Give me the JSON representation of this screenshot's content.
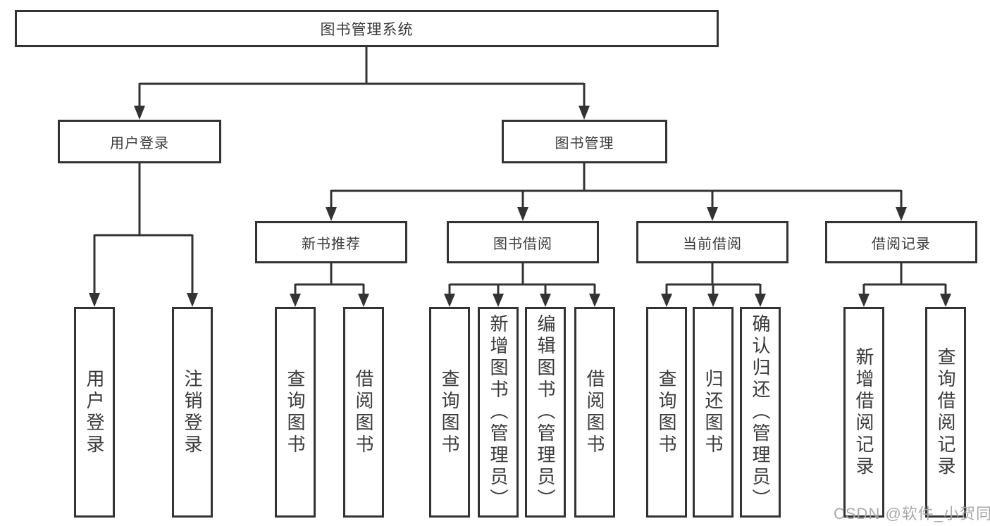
{
  "diagram": {
    "root": {
      "label": "图书管理系统"
    },
    "branches": [
      {
        "label": "用户登录",
        "children": [
          {
            "label": "用户登录"
          },
          {
            "label": "注销登录"
          }
        ]
      },
      {
        "label": "图书管理",
        "children": [
          {
            "label": "新书推荐",
            "children": [
              {
                "label": "查询图书"
              },
              {
                "label": "借阅图书"
              }
            ]
          },
          {
            "label": "图书借阅",
            "children": [
              {
                "label": "查询图书"
              },
              {
                "label": "新增图书（管理员）"
              },
              {
                "label": "编辑图书（管理员）"
              },
              {
                "label": "借阅图书"
              }
            ]
          },
          {
            "label": "当前借阅",
            "children": [
              {
                "label": "查询图书"
              },
              {
                "label": "归还图书"
              },
              {
                "label": "确认归还（管理员）"
              }
            ]
          },
          {
            "label": "借阅记录",
            "children": [
              {
                "label": "新增借阅记录"
              },
              {
                "label": "查询借阅记录"
              }
            ]
          }
        ]
      }
    ]
  },
  "watermark": {
    "text": "CSDN @软件_小贺同学"
  },
  "colors": {
    "line": "#333333",
    "text": "#3a3a3a",
    "watermark": "#a5a5a5",
    "background": "#ffffff"
  }
}
